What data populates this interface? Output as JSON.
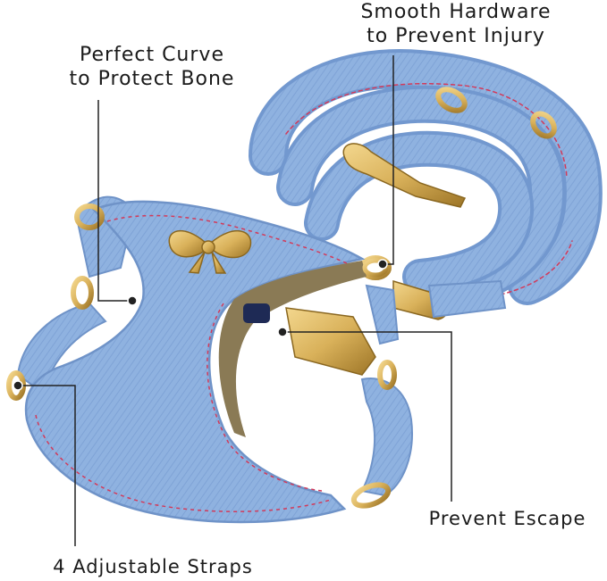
{
  "image": {
    "subject": "denim-pet-harness-and-leash",
    "colors": {
      "denim": "#8fb2e0",
      "denim_dark": "#6f93c8",
      "denim_light": "#b3cbee",
      "stitch": "#d23a5a",
      "gold": "#d9b15a",
      "gold_dark": "#9c7426",
      "callout_line": "#222222",
      "background": "#ffffff"
    }
  },
  "callouts": {
    "curve": {
      "line1": "Perfect Curve",
      "line2": "to Protect Bone"
    },
    "hardware": {
      "line1": "Smooth Hardware",
      "line2": "to Prevent Injury"
    },
    "escape": {
      "text": "Prevent Escape"
    },
    "straps": {
      "text": "4 Adjustable Straps"
    }
  },
  "icons": [
    "bow-icon",
    "d-ring-icon",
    "snap-hook-icon",
    "buckle-icon"
  ]
}
